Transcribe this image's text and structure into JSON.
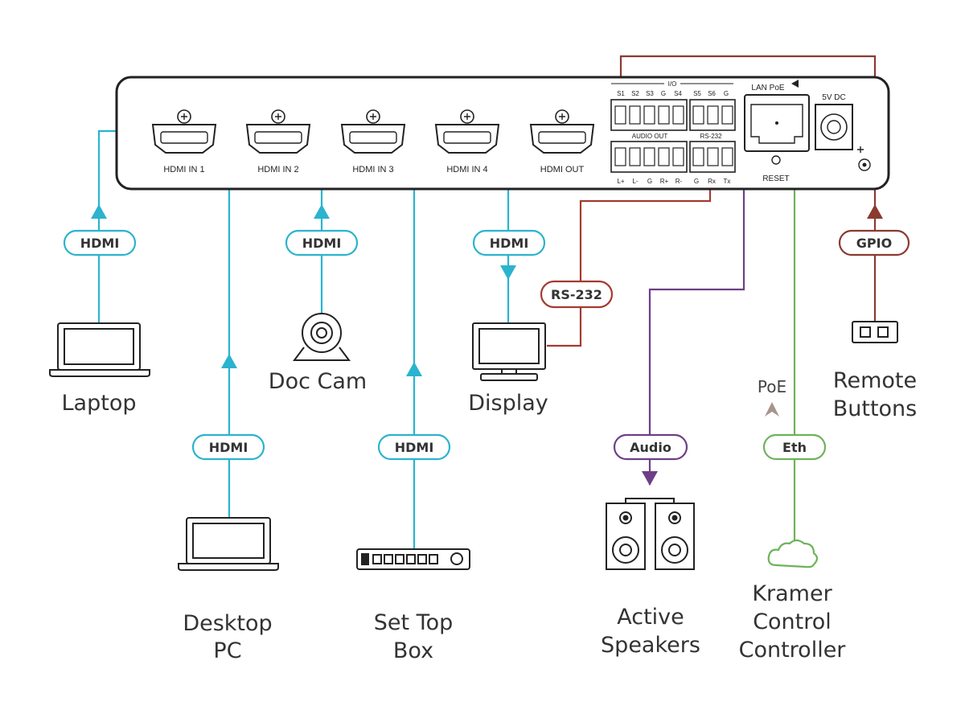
{
  "device": {
    "ports": [
      "HDMI  IN 1",
      "HDMI  IN 2",
      "HDMI  IN 3",
      "HDMI  IN 4",
      "HDMI  OUT"
    ],
    "io_label": "I/O",
    "io_pins": [
      "S1",
      "S2",
      "S3",
      "G",
      "S4",
      "S5",
      "S6",
      "G"
    ],
    "audio_out_label": "AUDIO OUT",
    "rs232_label": "RS-232",
    "bottom_pins": [
      "L+",
      "L-",
      "G",
      "R+",
      "R-",
      "G",
      "Rx",
      "Tx"
    ],
    "lan_label": "LAN PoE",
    "reset_label": "RESET",
    "power_label": "5V DC"
  },
  "connections": {
    "hdmi_in_1": "HDMI",
    "hdmi_in_2": "HDMI",
    "hdmi_in_3": "HDMI",
    "hdmi_in_4": "HDMI",
    "hdmi_out": "HDMI",
    "rs232": "RS-232",
    "audio": "Audio",
    "eth": "Eth",
    "gpio": "GPIO"
  },
  "devices": {
    "laptop": "Laptop",
    "desktop": [
      "Desktop",
      "PC"
    ],
    "doc_cam": "Doc Cam",
    "set_top_box": [
      "Set Top",
      "Box"
    ],
    "display": "Display",
    "speakers": [
      "Active",
      "Speakers"
    ],
    "controller": [
      "Kramer",
      "Control",
      "Controller"
    ],
    "remote": [
      "Remote",
      "Buttons"
    ]
  },
  "poe_label": "PoE",
  "colors": {
    "hdmi": "#2bb3cf",
    "rs232": "#a33a30",
    "audio": "#6e3f86",
    "eth": "#6db35a",
    "gpio": "#8a3a30",
    "device_stroke": "#222222",
    "panel_fill": "#ffffff"
  }
}
